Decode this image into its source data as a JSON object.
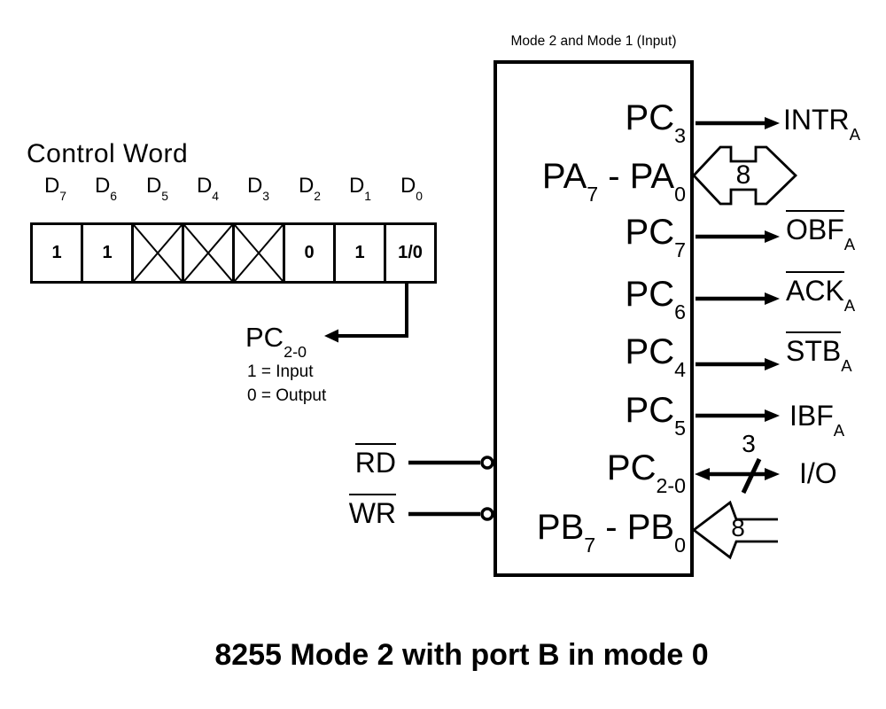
{
  "caption": "8255 Mode 2 with port B in mode 0",
  "colors": {
    "ink": "#000000",
    "bg": "#ffffff"
  },
  "control_word": {
    "title": "Control Word",
    "bit_labels": [
      {
        "b": "D",
        "s": "7"
      },
      {
        "b": "D",
        "s": "6"
      },
      {
        "b": "D",
        "s": "5"
      },
      {
        "b": "D",
        "s": "4"
      },
      {
        "b": "D",
        "s": "3"
      },
      {
        "b": "D",
        "s": "2"
      },
      {
        "b": "D",
        "s": "1"
      },
      {
        "b": "D",
        "s": "0"
      }
    ],
    "bits": [
      "1",
      "1",
      "X",
      "X",
      "X",
      "0",
      "1",
      "1/0"
    ],
    "pointer": {
      "b": "PC",
      "s": "2-0"
    },
    "legend": [
      "1 = Input",
      "0 = Output"
    ]
  },
  "chip": {
    "title": "Mode 2 and Mode 1 (Input)",
    "left_pins": [
      {
        "name": "RD",
        "overline": true
      },
      {
        "name": "WR",
        "overline": true
      }
    ],
    "right_rows": [
      {
        "p1": "PC",
        "s1": "3",
        "sig": "INTR",
        "sigsub": "A",
        "dir": "out"
      },
      {
        "p1": "PA",
        "s1": "7",
        "mid": " - PA",
        "s2": "0",
        "bus": "8",
        "dir": "bidir"
      },
      {
        "p1": "PC",
        "s1": "7",
        "sig": "OBF",
        "sigsub": "A",
        "overline": true,
        "dir": "out"
      },
      {
        "p1": "PC",
        "s1": "6",
        "sig": "ACK",
        "sigsub": "A",
        "overline": true,
        "dir": "out"
      },
      {
        "p1": "PC",
        "s1": "4",
        "sig": "STB",
        "sigsub": "A",
        "overline": true,
        "dir": "out"
      },
      {
        "p1": "PC",
        "s1": "5",
        "sig": "IBF",
        "sigsub": "A",
        "dir": "out"
      },
      {
        "p1": "PC",
        "s1": "2-0",
        "sig": "I/O",
        "bus": "3",
        "dir": "bidir"
      },
      {
        "p1": "PB",
        "s1": "7",
        "mid": " - PB",
        "s2": "0",
        "bus": "8",
        "dir": "in"
      }
    ]
  }
}
